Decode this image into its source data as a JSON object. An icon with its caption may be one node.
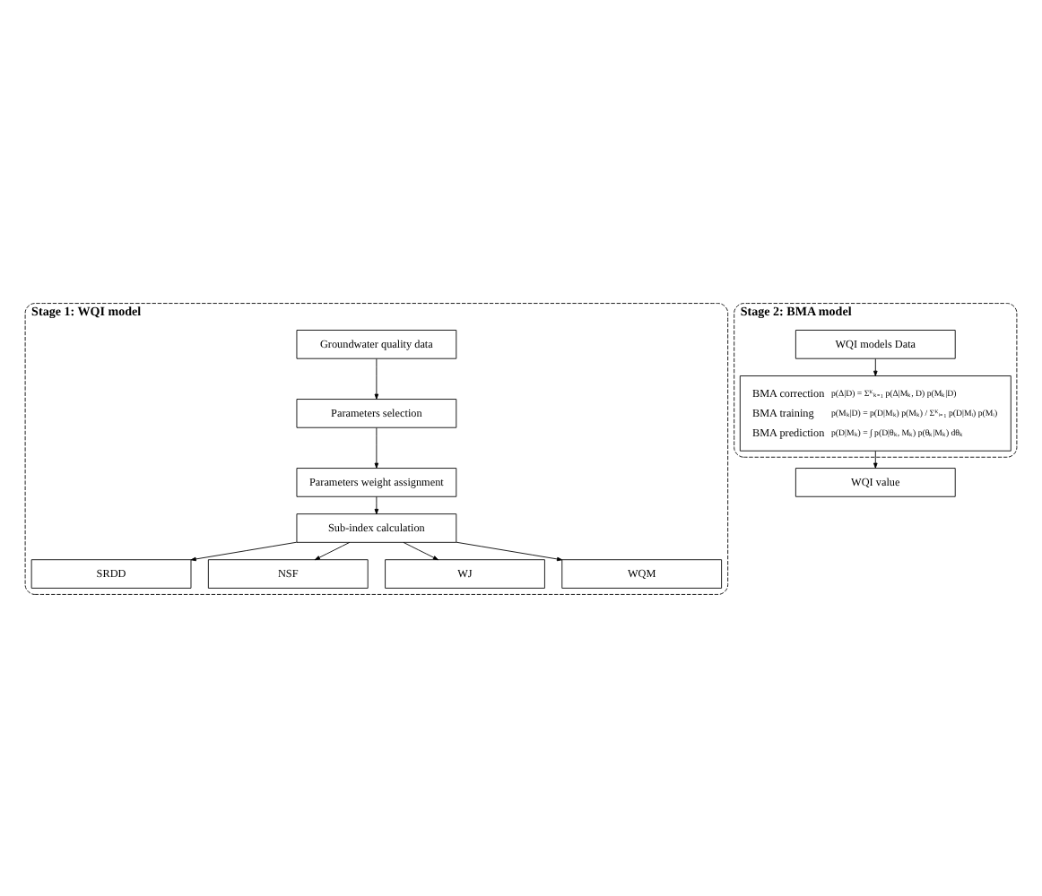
{
  "diagram": {
    "nodes": [
      {
        "text": [
          "Stage 1: WQI model"
        ]
      },
      {
        "text": [
          "Groundwater quality data"
        ],
        "in": 0
      },
      {
        "text": [
          "Parameters selection"
        ],
        "in": 0
      },
      {
        "text": [
          "Parameters weight assignment"
        ],
        "in": 0
      },
      {
        "text": [
          "Sub-index calculation"
        ],
        "in": 0
      },
      {
        "text": [
          "SRDD"
        ],
        "in": 0
      },
      {
        "text": [
          "NSF"
        ],
        "in": 0
      },
      {
        "text": [
          "WJ"
        ],
        "in": 0
      },
      {
        "text": [
          "WQM"
        ],
        "in": 0
      },
      {
        "text": [
          "Stage 2: BMA model"
        ]
      },
      {
        "text": [
          "WQI models Data"
        ],
        "in": 9
      },
      {
        "text": [
          "BMA correction",
          "p(Δ|D) = Σᴷₖ₌₁ p(Δ|Mₖ, D) p(Mₖ|D)",
          "BMA training",
          "p(Mₖ|D) = p(D|Mₖ) p(Mₖ) / Σᴷᵢ₌₁ p(D|Mᵢ) p(Mᵢ)",
          "BMA prediction",
          "p(D|Mₖ) = ∫ p(D|θₖ, Mₖ) p(θₖ|Mₖ) dθₖ"
        ],
        "in": 9
      },
      {
        "text": [
          "WQI value"
        ]
      }
    ],
    "edges": [
      {
        "from": 1,
        "to": 2,
        "arrow": "to"
      },
      {
        "from": 2,
        "to": 3,
        "arrow": "to"
      },
      {
        "from": 3,
        "to": 4,
        "arrow": "to"
      },
      {
        "from": 4,
        "to": 5,
        "arrow": "to"
      },
      {
        "from": 4,
        "to": 6,
        "arrow": "to"
      },
      {
        "from": 4,
        "to": 7,
        "arrow": "to"
      },
      {
        "from": 4,
        "to": 8,
        "arrow": "to"
      },
      {
        "from": 10,
        "to": 11,
        "arrow": "to"
      },
      {
        "from": 11,
        "to": 12,
        "arrow": "to"
      }
    ]
  }
}
